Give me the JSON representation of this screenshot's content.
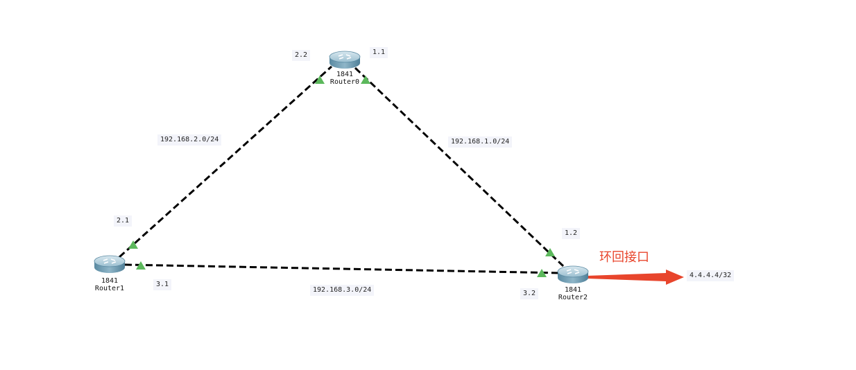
{
  "routers": [
    {
      "id": "router0",
      "model": "1841",
      "name": "Router0"
    },
    {
      "id": "router1",
      "model": "1841",
      "name": "Router1"
    },
    {
      "id": "router2",
      "model": "1841",
      "name": "Router2"
    }
  ],
  "links": [
    {
      "from": "router1",
      "to": "router0",
      "network": "192.168.2.0/24",
      "from_ip": "2.1",
      "to_ip": "2.2"
    },
    {
      "from": "router0",
      "to": "router2",
      "network": "192.168.1.0/24",
      "from_ip": "1.1",
      "to_ip": "1.2"
    },
    {
      "from": "router1",
      "to": "router2",
      "network": "192.168.3.0/24",
      "from_ip": "3.1",
      "to_ip": "3.2"
    }
  ],
  "loopback": {
    "callout": "环回接口",
    "address": "4.4.4.4/32"
  },
  "colors": {
    "link": "#000000",
    "port_up": "#5cb85c",
    "arrow": "#e8452c",
    "label_bg": "#f3f4fa",
    "router_body": "#7fa8bd"
  }
}
